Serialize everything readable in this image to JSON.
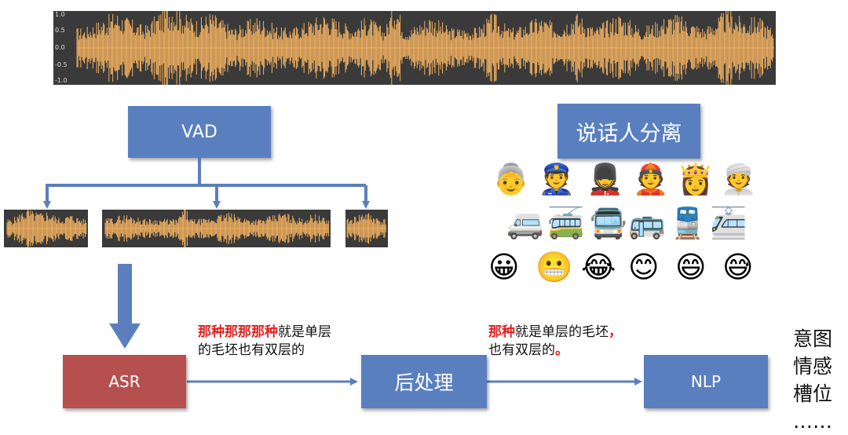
{
  "waveform_top": {
    "ticks": [
      "1.0",
      "0.5",
      "0.0",
      "-0.5",
      "-1.0"
    ]
  },
  "vad_box": {
    "label": "VAD"
  },
  "speaker_box": {
    "label": "说话人分离"
  },
  "asr_box": {
    "label": "ASR"
  },
  "post_box": {
    "label": "后处理"
  },
  "nlp_box": {
    "label": "NLP"
  },
  "asr_output": {
    "highlight": "那种那那那种",
    "text_line1": "就是单层",
    "text_line2": "的毛坯也有双层的"
  },
  "post_output": {
    "highlight": "那种",
    "text_line1": "就是单层的毛坯",
    "comma": "，",
    "text_line2": "也有双层的",
    "period": "。"
  },
  "nlp_tags": [
    "意图",
    "情感",
    "槽位",
    "……"
  ],
  "emoji_people": [
    "👵",
    "👮",
    "💂",
    "👲",
    "👸",
    "👳"
  ],
  "emoji_vehicles": [
    "🚐",
    "🚎",
    "🚍",
    "🚌",
    "🚆",
    "🚈"
  ],
  "emoji_faces": [
    "😀",
    "😬",
    "😂",
    "😊",
    "😄",
    "😅"
  ],
  "colors": {
    "box_blue": "#5a7fbf",
    "box_red": "#b5504e",
    "waveform": "#f0b060",
    "arrow": "#5b7fbe",
    "highlight": "#e42222"
  }
}
